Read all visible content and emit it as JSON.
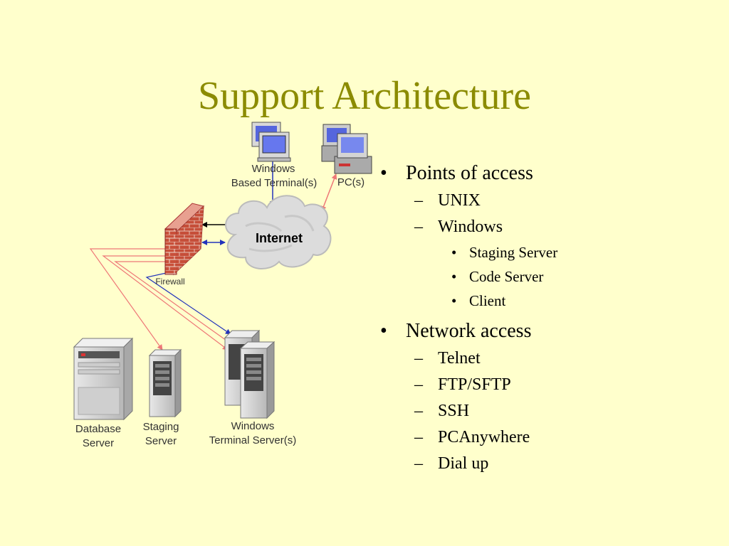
{
  "slide": {
    "title": "Support Architecture"
  },
  "diagram": {
    "labels": {
      "windows_terminal_line1": "Windows",
      "windows_terminal_line2": "Based Terminal(s)",
      "pcs": "PC(s)",
      "internet": "Internet",
      "firewall": "Firewall",
      "database_line1": "Database",
      "database_line2": "Server",
      "staging_line1": "Staging",
      "staging_line2": "Server",
      "wts_line1": "Windows",
      "wts_line2": "Terminal Server(s)"
    },
    "colors": {
      "blue_link": "#2233bb",
      "pink_link": "#ee7777",
      "black_link": "#000000"
    }
  },
  "bullets": {
    "points_of_access": "Points of access",
    "unix": "UNIX",
    "windows": "Windows",
    "staging_server": "Staging Server",
    "code_server": "Code Server",
    "client": "Client",
    "network_access": "Network access",
    "telnet": "Telnet",
    "ftp_sftp": "FTP/SFTP",
    "ssh": "SSH",
    "pcanywhere": "PCAnywhere",
    "dial_up": "Dial up"
  }
}
